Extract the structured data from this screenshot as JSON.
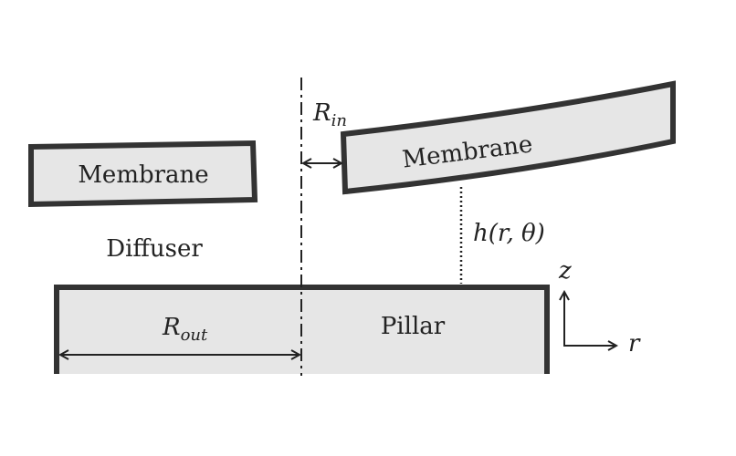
{
  "labels": {
    "membrane_left": "Membrane",
    "membrane_right": "Membrane",
    "diffuser": "Diffuser",
    "pillar": "Pillar"
  },
  "symbols": {
    "r_in": {
      "base": "R",
      "sub": "in"
    },
    "r_out": {
      "base": "R",
      "sub": "out"
    },
    "height": "h(r, θ)",
    "z_axis": "z",
    "r_axis": "r"
  },
  "colors": {
    "fill": "#e6e6e6",
    "stroke": "#333333",
    "text": "#222222"
  }
}
